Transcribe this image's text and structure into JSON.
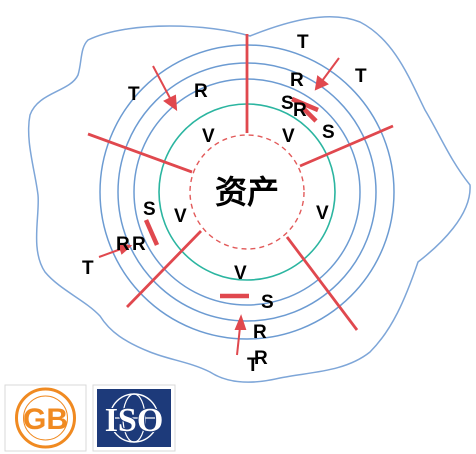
{
  "center_label": "资产",
  "labels": {
    "threat": "T",
    "risk": "R",
    "value": "V",
    "safeguard": "S"
  },
  "logos": {
    "gb": "GB",
    "iso": "ISO"
  },
  "colors": {
    "outer_boundary": "#7EA6D8",
    "rings": "#6C9BD2",
    "value_ring": "#2BB5A0",
    "asset_dashed": "#E25A5A",
    "spokes": "#E0484E",
    "gb_orange": "#F08A21",
    "iso_navy": "#1D3A7A"
  }
}
